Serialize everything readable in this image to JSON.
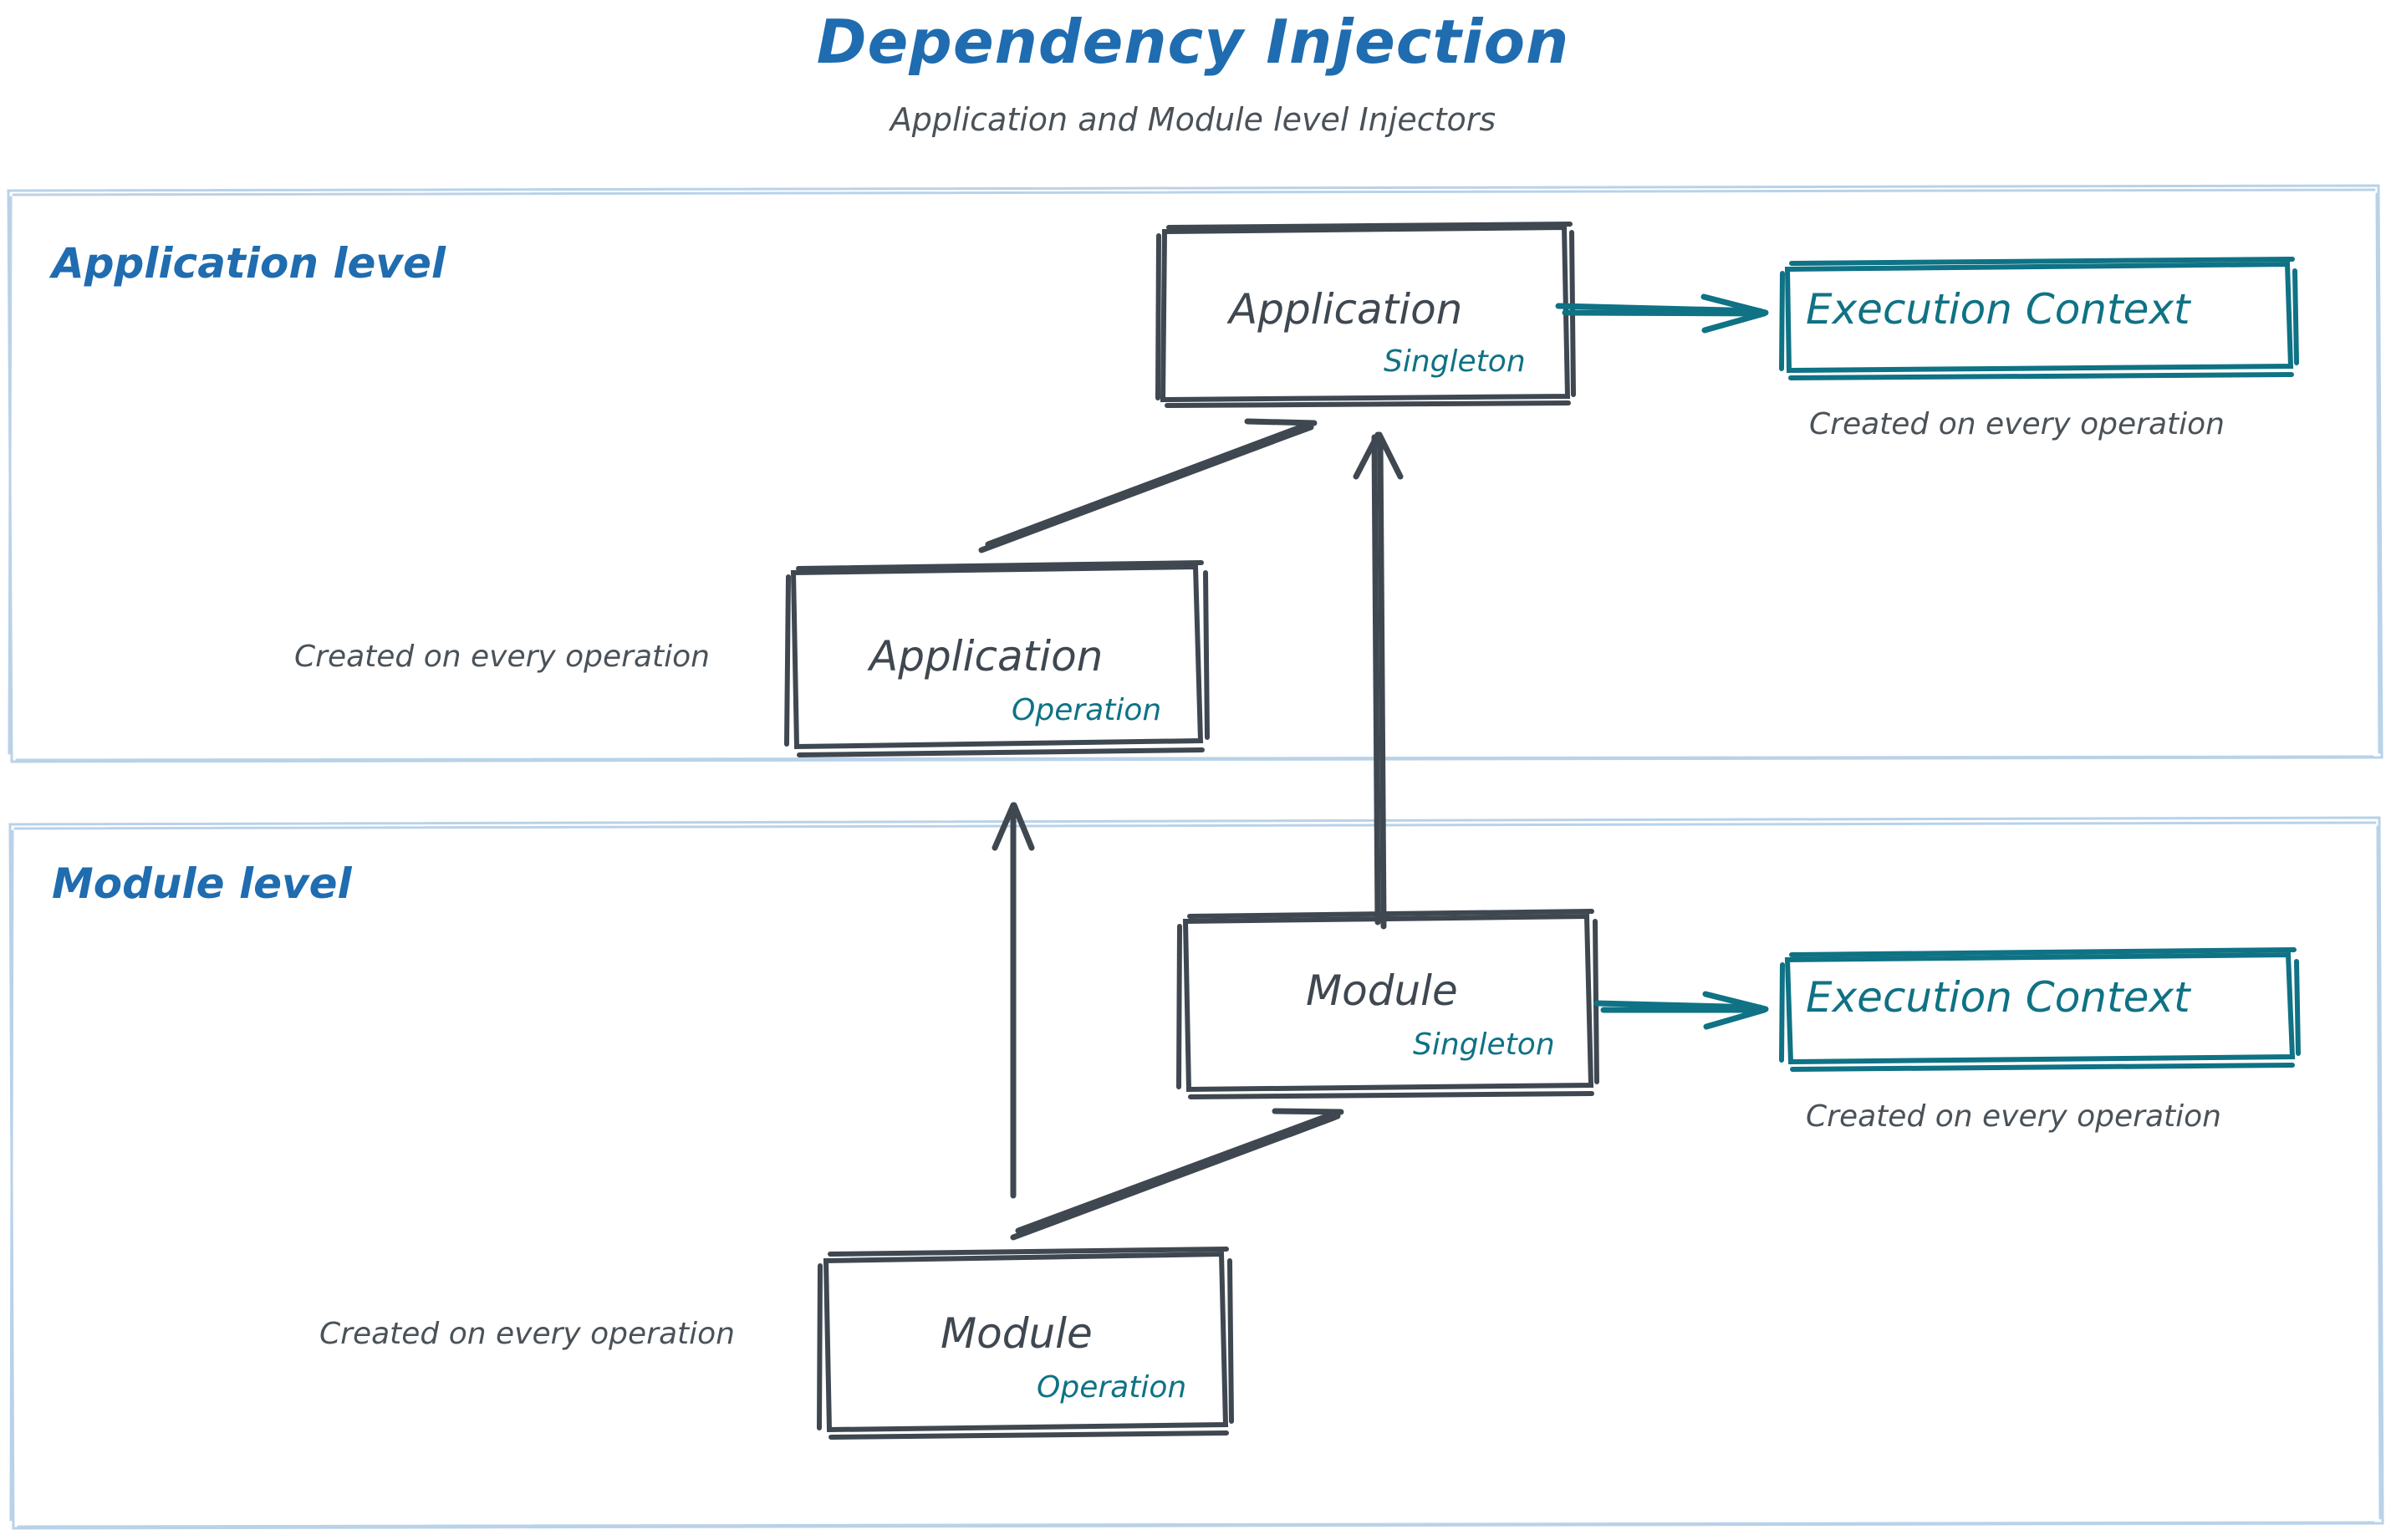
{
  "header": {
    "title": "Dependency Injection",
    "subtitle": "Application and Module level Injectors",
    "title_color": "#1f6cb0",
    "subtitle_color": "#4a5259"
  },
  "palette": {
    "accent_blue": "#1f6cb0",
    "section_border": "#b9d2e8",
    "node_stroke": "#3f4750",
    "teal": "#0f7285",
    "text_gray": "#4a5259",
    "background": "#ffffff"
  },
  "sections": [
    {
      "id": "application-level",
      "label": "Application level",
      "nodes": [
        {
          "id": "application-singleton",
          "title": "Application",
          "scope": "Singleton",
          "style": "node"
        },
        {
          "id": "execution-context-application",
          "title": "Execution Context",
          "scope": "",
          "style": "context",
          "note": "Created on every operation"
        },
        {
          "id": "application-operation",
          "title": "Application",
          "scope": "Operation",
          "style": "node",
          "note": "Created on every operation"
        }
      ]
    },
    {
      "id": "module-level",
      "label": "Module level",
      "nodes": [
        {
          "id": "module-singleton",
          "title": "Module",
          "scope": "Singleton",
          "style": "node"
        },
        {
          "id": "execution-context-module",
          "title": "Execution Context",
          "scope": "",
          "style": "context",
          "note": "Created on every operation"
        },
        {
          "id": "module-operation",
          "title": "Module",
          "scope": "Operation",
          "style": "node",
          "note": "Created on every operation"
        }
      ]
    }
  ],
  "notes": {
    "app_operation": "Created on every operation",
    "ctx_application": "Created on every operation",
    "module_operation": "Created on every operation",
    "ctx_module": "Created on every operation"
  },
  "edges": [
    {
      "id": "app-operation-to-app-singleton",
      "from": "application-operation",
      "to": "application-singleton",
      "color": "#3f4750",
      "kind": "diagonal"
    },
    {
      "id": "app-singleton-to-execution-context",
      "from": "application-singleton",
      "to": "execution-context-application",
      "color": "#0f7285",
      "kind": "horizontal"
    },
    {
      "id": "module-singleton-to-app-singleton",
      "from": "module-singleton",
      "to": "application-singleton",
      "color": "#3f4750",
      "kind": "vertical"
    },
    {
      "id": "module-operation-to-app-operation",
      "from": "module-operation",
      "to": "application-operation",
      "color": "#3f4750",
      "kind": "vertical"
    },
    {
      "id": "module-operation-to-module-singleton",
      "from": "module-operation",
      "to": "module-singleton",
      "color": "#3f4750",
      "kind": "diagonal"
    },
    {
      "id": "module-singleton-to-execution-context",
      "from": "module-singleton",
      "to": "execution-context-module",
      "color": "#0f7285",
      "kind": "horizontal"
    }
  ]
}
